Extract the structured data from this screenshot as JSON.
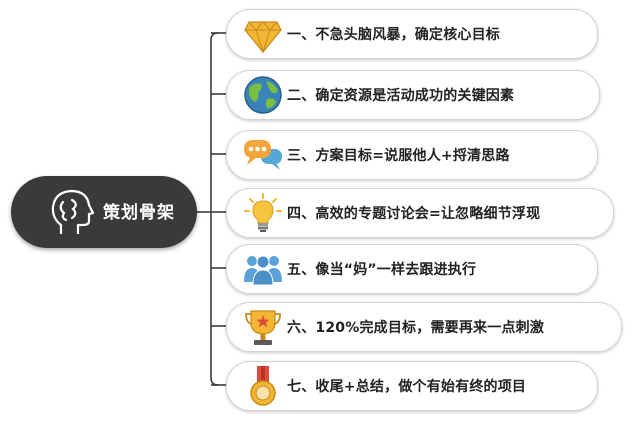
{
  "root": {
    "label": "策划骨架",
    "icon": "head-brain-icon"
  },
  "items": [
    {
      "label": "一、不急头脑风暴，确定核心目标",
      "icon": "diamond-icon"
    },
    {
      "label": "二、确定资源是活动成功的关键因素",
      "icon": "globe-icon"
    },
    {
      "label": "三、方案目标=说服他人+捋清思路",
      "icon": "chat-bubbles-icon"
    },
    {
      "label": "四、高效的专题讨论会=让忽略细节浮现",
      "icon": "lightbulb-icon"
    },
    {
      "label": "五、像当“妈”一样去跟进执行",
      "icon": "team-icon"
    },
    {
      "label": "六、120%完成目标，需要再来一点刺激",
      "icon": "trophy-icon"
    },
    {
      "label": "七、收尾+总结，做个有始有终的项目",
      "icon": "medal-icon"
    }
  ],
  "colors": {
    "root_bg": "#3a3a3a",
    "connector": "#3a3a3a",
    "gold": "#f2b632",
    "globe_water": "#3a83b8",
    "globe_land": "#7bbf42",
    "chat_orange": "#f3a43a",
    "chat_blue": "#55a7d6",
    "team_blue": "#5aa2d8",
    "medal_red": "#e04a3a"
  }
}
